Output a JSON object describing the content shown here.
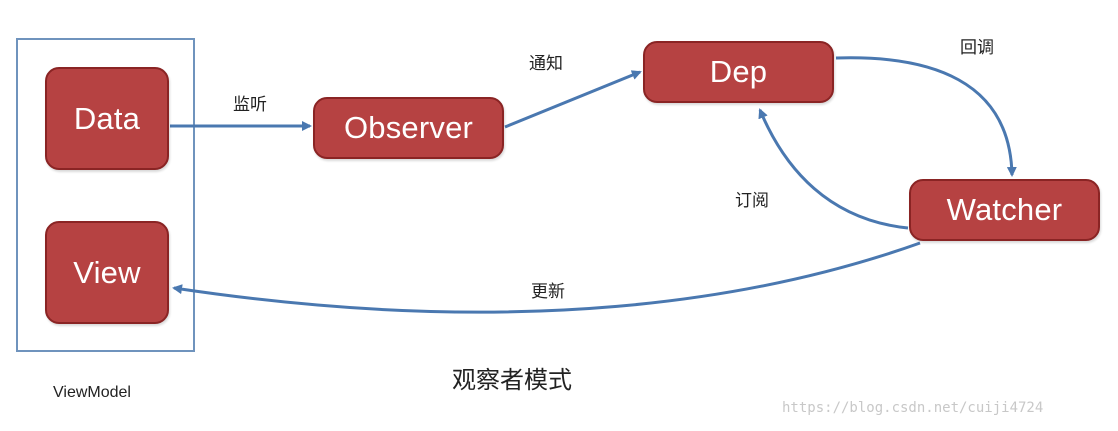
{
  "nodes": {
    "data": "Data",
    "view": "View",
    "observer": "Observer",
    "dep": "Dep",
    "watcher": "Watcher"
  },
  "edges": {
    "data_to_observer": "监听",
    "observer_to_dep": "通知",
    "dep_to_watcher": "回调",
    "watcher_to_dep": "订阅",
    "watcher_to_view": "更新"
  },
  "caption": "观察者模式",
  "viewmodel_label": "ViewModel",
  "watermark": "https://blog.csdn.net/cuiji4724",
  "colors": {
    "node_fill": "#b64242",
    "node_border": "#8a2424",
    "arrow": "#4a78b0",
    "viewmodel_border": "#6f93bd"
  }
}
